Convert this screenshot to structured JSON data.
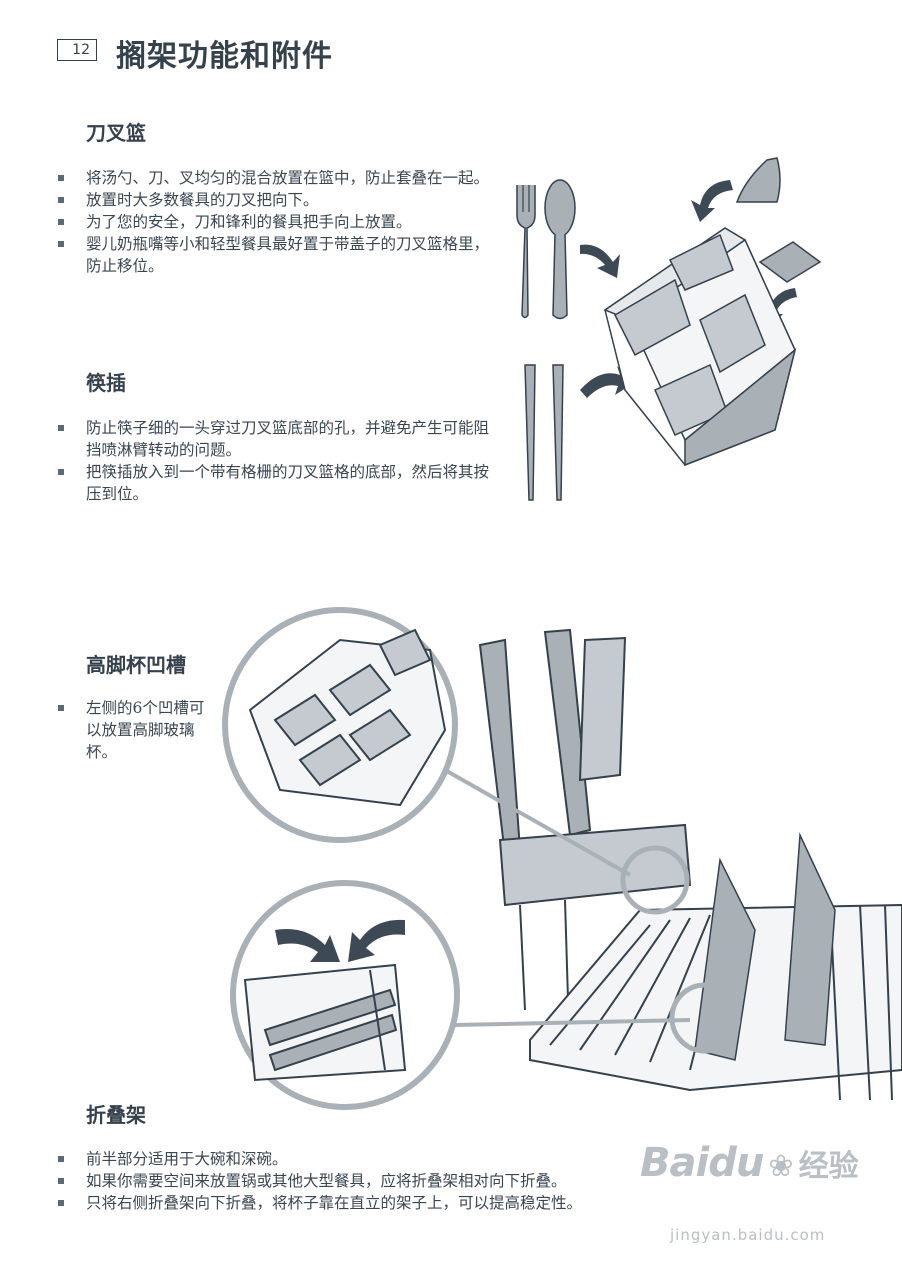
{
  "page": {
    "number": "12",
    "title": "搁架功能和附件"
  },
  "sections": {
    "cutlery": {
      "title": "刀叉篮",
      "items": [
        "将汤勺、刀、叉均匀的混合放置在篮中，防止套叠在一起。",
        "放置时大多数餐具的刀叉把向下。",
        "为了您的安全，刀和锋利的餐具把手向上放置。",
        "婴儿奶瓶嘴等小和轻型餐具最好置于带盖子的刀叉篮格里，防止移位。"
      ]
    },
    "chopsticks": {
      "title": "筷插",
      "items": [
        "防止筷子细的一头穿过刀叉篮底部的孔，并避免产生可能阻挡喷淋臂转动的问题。",
        "把筷插放入到一个带有格栅的刀叉篮格的底部，然后将其按压到位。"
      ]
    },
    "stemware": {
      "title": "高脚杯凹槽",
      "items": [
        "左侧的6个凹槽可以放置高脚玻璃杯。"
      ]
    },
    "folding": {
      "title": "折叠架",
      "items": [
        "前半部分适用于大碗和深碗。",
        "如果你需要空间来放置锅或其他大型餐具，应将折叠架相对向下折叠。",
        "只将右侧折叠架向下折叠，将杯子靠在直立的架子上，可以提高稳定性。"
      ]
    }
  },
  "watermark": {
    "brand": "Baidu",
    "cn": "经验",
    "url": "jingyan.baidu.com"
  },
  "colors": {
    "ink": "#35414b",
    "illustration_fill": "#a9b1b7",
    "arrow": "#3d4a55"
  }
}
